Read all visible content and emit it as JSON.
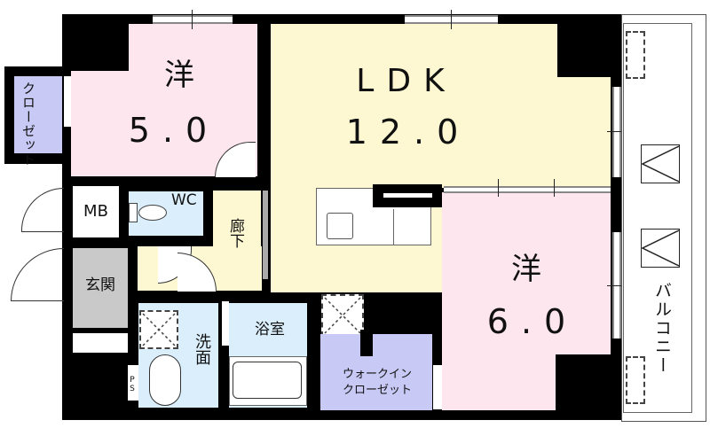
{
  "floorplan": {
    "colors": {
      "wall": "#000000",
      "western_room": "#fde6ee",
      "ldk": "#fdf8d2",
      "wet_area": "#dbeefb",
      "closet": "#c8c9f5",
      "entrance": "#c9c9c9",
      "hallway": "#fdf8d2",
      "balcony": "#ffffff"
    },
    "rooms": {
      "western_room_1": {
        "name": "洋",
        "size": "5.0"
      },
      "ldk": {
        "name": "LDK",
        "size": "12.0"
      },
      "western_room_2": {
        "name": "洋",
        "size": "6.0"
      },
      "closet": {
        "name": "クローゼット"
      },
      "meter_box": {
        "name": "MB"
      },
      "toilet": {
        "name": "WC"
      },
      "hallway": {
        "name": "廊下"
      },
      "entrance": {
        "name": "玄関"
      },
      "washroom": {
        "name": "洗面"
      },
      "bathroom": {
        "name": "浴室"
      },
      "walk_in_closet": {
        "line1": "ウォークイン",
        "line2": "クローゼット"
      },
      "pipe_space": {
        "name": "PS"
      },
      "balcony": {
        "name": "バルコニー"
      }
    }
  }
}
